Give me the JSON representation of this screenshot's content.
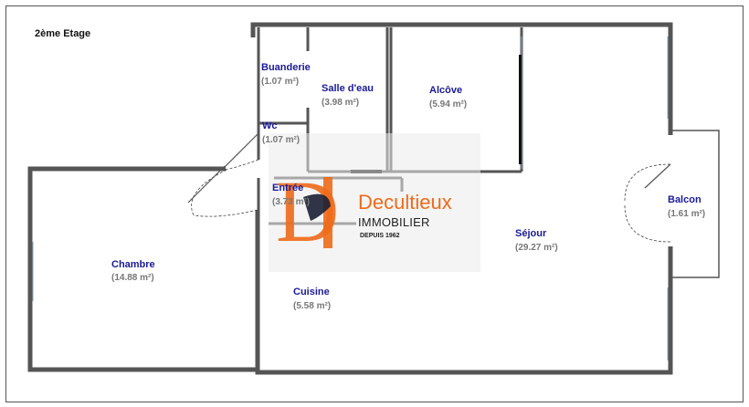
{
  "floor_label": "2ème Etage",
  "rooms": [
    {
      "name": "Buanderie",
      "area": "(1.07 m²)"
    },
    {
      "name": "Salle d'eau",
      "area": "(3.98 m²)"
    },
    {
      "name": "Alcôve",
      "area": "(5.94 m²)"
    },
    {
      "name": "Wc",
      "area": "(1.07 m²)"
    },
    {
      "name": "Entrée",
      "area": "(3.73 m²)"
    },
    {
      "name": "Chambre",
      "area": "(14.88 m²)"
    },
    {
      "name": "Cuisine",
      "area": "(5.58 m²)"
    },
    {
      "name": "Séjour",
      "area": "(29.27 m²)"
    },
    {
      "name": "Balcon",
      "area": "(1.61 m²)"
    }
  ],
  "logo": {
    "name": "Decultieux",
    "subtitle": "IMMOBILIER",
    "since": "DEPUIS 1962",
    "monogram": "DI",
    "primary_color": "#ee6a1a",
    "secondary_color": "#222222"
  },
  "colors": {
    "wall": "#555555",
    "wall_fill": "#e6e6e6",
    "window": "#8fa8c8",
    "room_name": "#1a1a9a",
    "room_area": "#777777"
  }
}
